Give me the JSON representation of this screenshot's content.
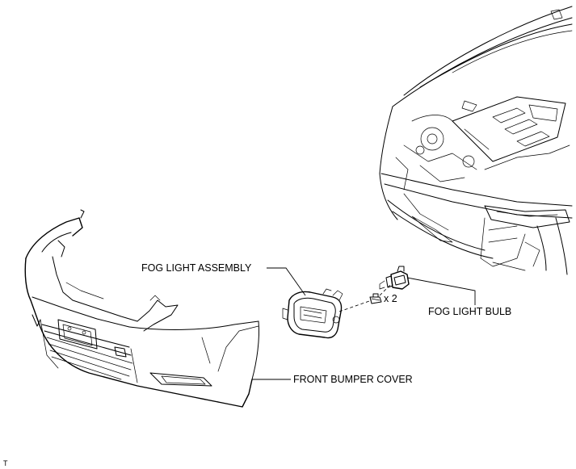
{
  "labels": {
    "fog_light_assembly": "FOG LIGHT ASSEMBLY",
    "fog_light_bulb": "FOG LIGHT BULB",
    "front_bumper_cover": "FRONT BUMPER COVER",
    "fastener_quantity": "x 2",
    "corner_tag": "T"
  },
  "icons": {
    "car_front": "car-front-engine-bay-illustration",
    "bumper": "front-bumper-cover-illustration",
    "fog_light": "fog-light-assembly-illustration",
    "bulb": "fog-light-bulb-illustration",
    "screw": "screw-icon"
  },
  "colors": {
    "ink": "#000000",
    "background": "#ffffff"
  }
}
